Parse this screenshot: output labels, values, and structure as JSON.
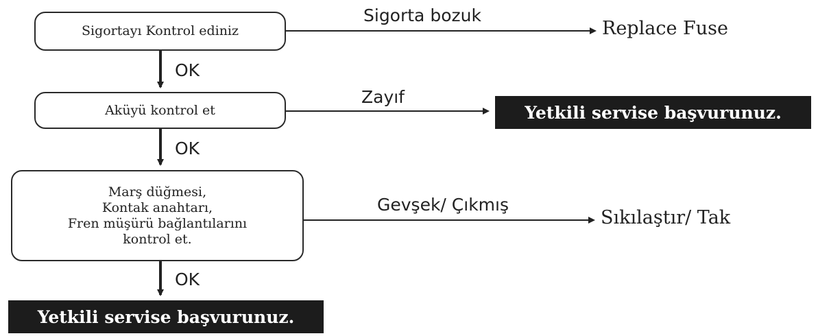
{
  "steps": [
    {
      "lines": [
        "Sigortayı Kontrol ediniz"
      ],
      "condition": "Sigorta bozuk",
      "result": "Replace Fuse"
    },
    {
      "lines": [
        "Aküyü kontrol et"
      ],
      "condition": "Zayıf",
      "result": "Yetkili servise başvurunuz."
    },
    {
      "lines": [
        "Marş düğmesi,",
        "Kontak anahtarı,",
        "Fren müşürü bağlantılarını",
        "kontrol et."
      ],
      "condition": "Gevşek/ Çıkmış",
      "result": "Sıkılaştır/ Tak"
    }
  ],
  "ok_labels": [
    "OK",
    "OK",
    "OK"
  ],
  "final": "Yetkili servise başvurunuz."
}
